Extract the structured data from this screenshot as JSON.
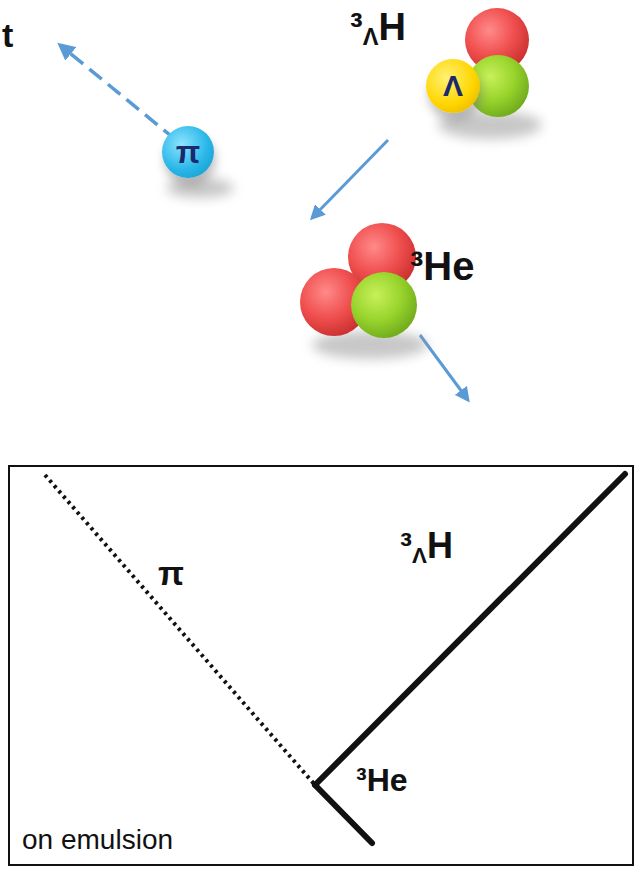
{
  "diagram": {
    "nodes": [
      {
        "text": [
          "Λ"
        ]
      },
      {
        "text": [
          "π"
        ]
      },
      {
        "text": [
          "on emulsion"
        ]
      }
    ],
    "labels": [
      "t",
      "³ΛH",
      "³He",
      "π",
      "³ΛH",
      "³He"
    ]
  }
}
